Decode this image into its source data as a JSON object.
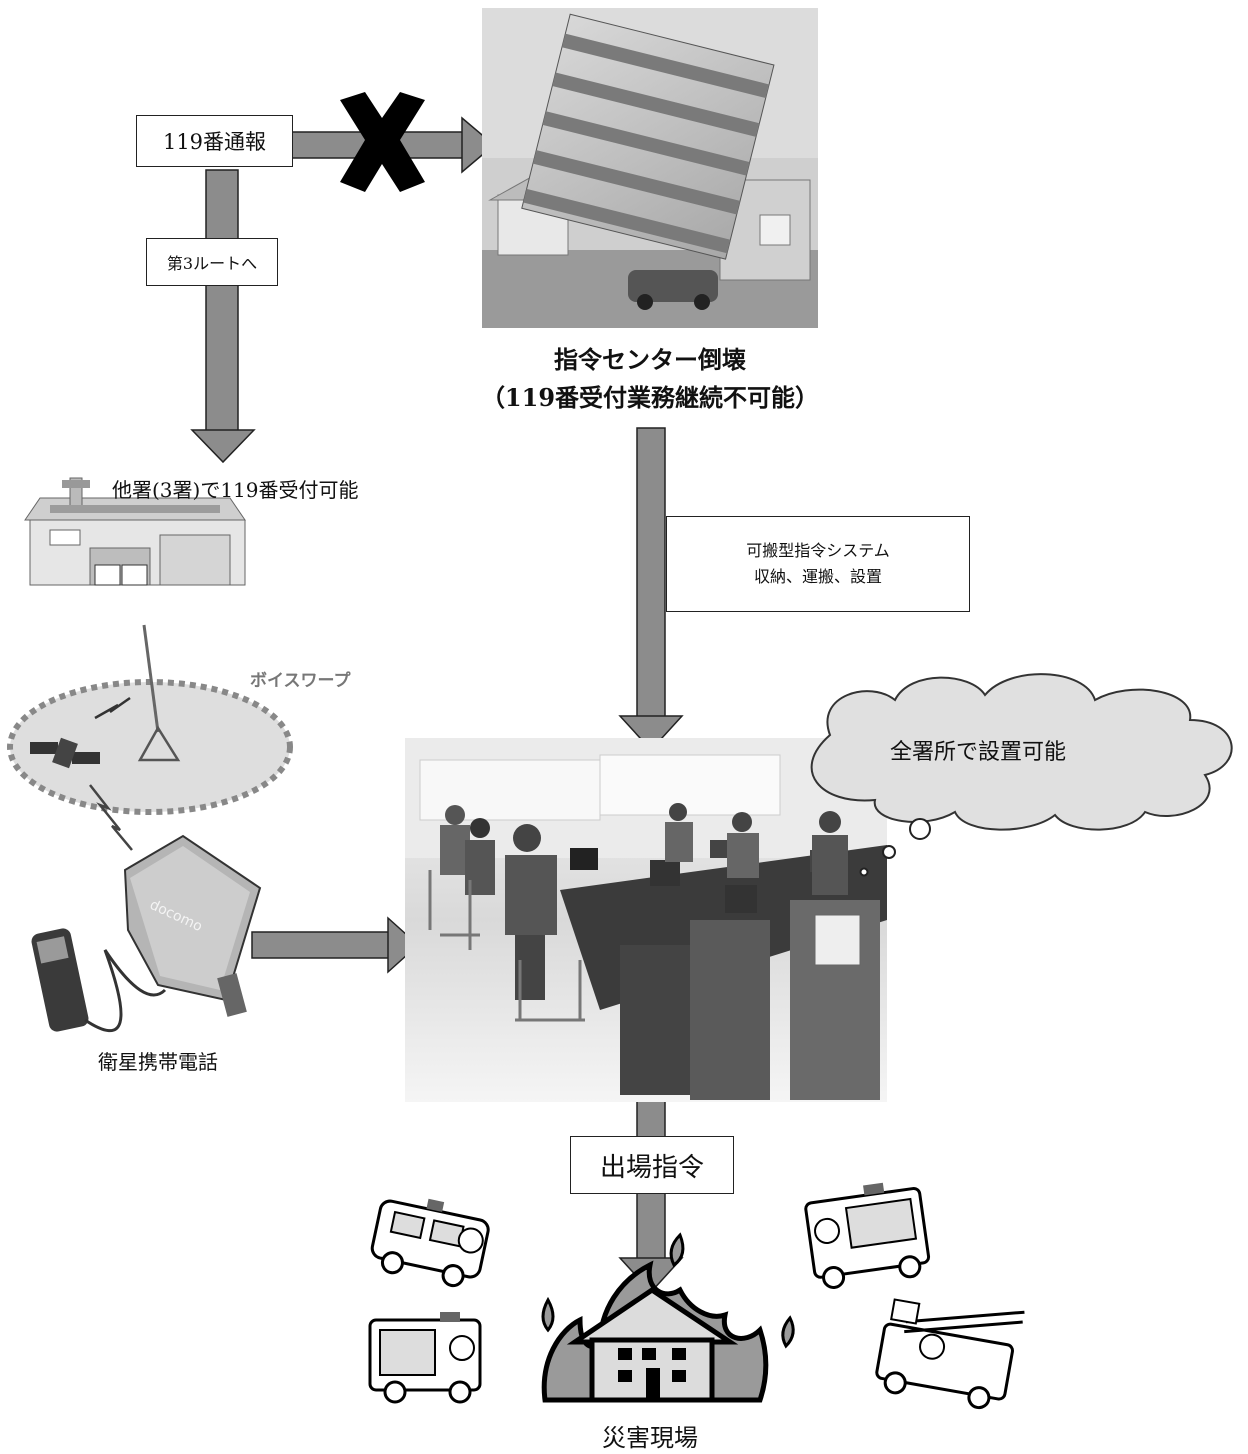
{
  "report_box": "119番通報",
  "route_box": "第3ルートへ",
  "collapse_title": "指令センター倒壊",
  "collapse_subtitle": "（119番受付業務継続不可能）",
  "other_station": "他署(3署)で119番受付可能",
  "voicewarp": "ボイスワープ",
  "portable_line1": "可搬型指令システム",
  "portable_line2": "収納、運搬、設置",
  "cloud_text": "全署所で設置可能",
  "sat_phone": "衛星携帯電話",
  "dispatch_box": "出場指令",
  "disaster_site": "災害現場",
  "docomo": "docomo"
}
